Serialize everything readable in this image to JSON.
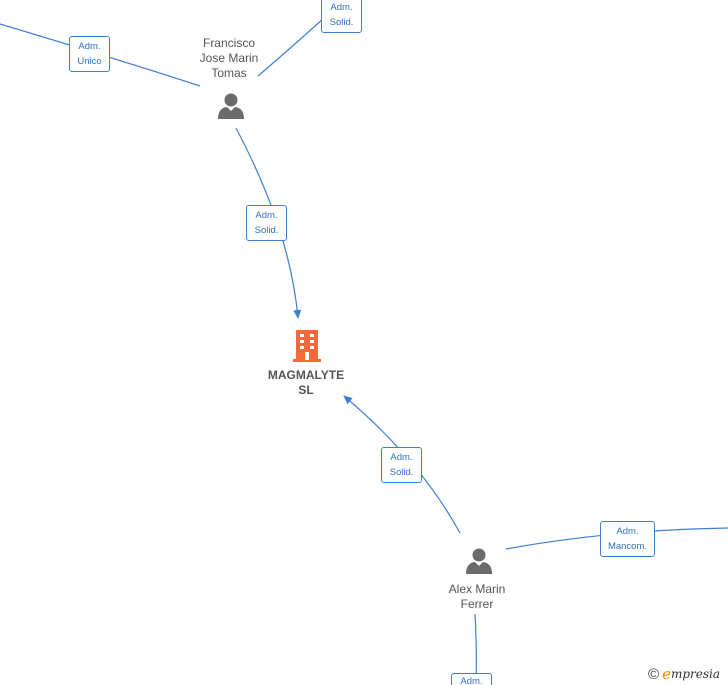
{
  "nodes": {
    "francisco": {
      "name_lines": [
        "Francisco",
        "Jose Marin",
        "Tomas"
      ],
      "type": "person"
    },
    "company": {
      "name_lines": [
        "MAGMALYTE",
        "SL"
      ],
      "type": "company",
      "icon_color": "#f26a3c"
    },
    "alex": {
      "name_lines": [
        "Alex Marin",
        "Ferrer"
      ],
      "type": "person"
    }
  },
  "edge_labels": {
    "adm_unico": [
      "Adm.",
      "Unico"
    ],
    "adm_solid_top": [
      "Adm.",
      "Solid."
    ],
    "adm_solid_mid": [
      "Adm.",
      "Solid."
    ],
    "adm_solid_bottom": [
      "Adm.",
      "Solid."
    ],
    "adm_mancom": [
      "Adm.",
      "Mancom."
    ],
    "adm_partial": [
      "Adm."
    ]
  },
  "colors": {
    "edge": "#3d7fd0",
    "label_text": "#2f6fc4",
    "person_icon": "#6b6b6b",
    "company_icon": "#f26a3c"
  },
  "brand": {
    "copyright": "©",
    "initial": "e",
    "rest": "mpresia"
  }
}
